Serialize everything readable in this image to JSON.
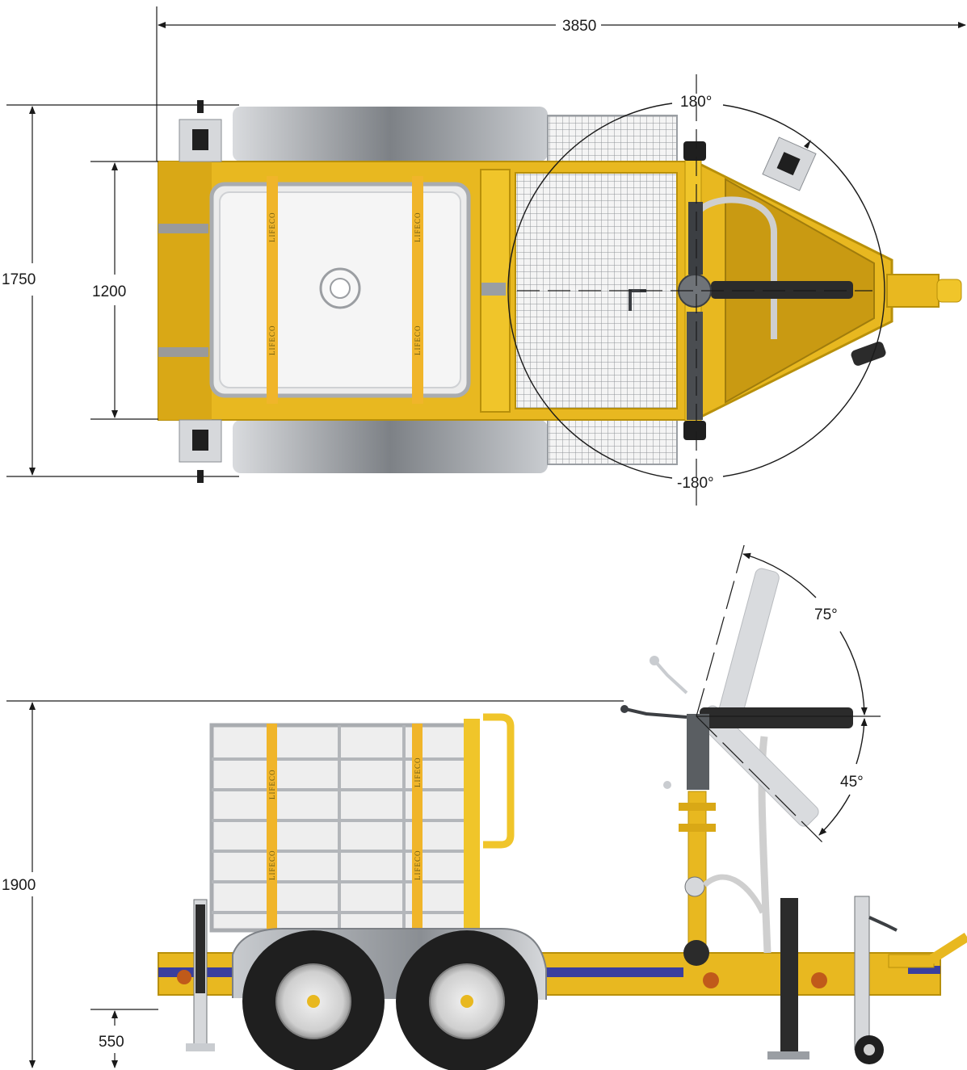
{
  "top_view": {
    "overall_length": "3850",
    "overall_width": "1750",
    "frame_width": "1200",
    "rotation_max": "180°",
    "rotation_min": "-180°",
    "strap_brand": "LIFECO"
  },
  "side_view": {
    "overall_height": "1900",
    "ground_clearance": "550",
    "elevation_up": "75°",
    "elevation_down": "45°",
    "strap_brand": "LIFECO"
  },
  "colors": {
    "frame_yellow": "#e8b820",
    "frame_dark_yellow": "#b8900a",
    "stripe_blue": "#3a3f9e",
    "tank_white": "#eeeeee",
    "steel_grey": "#bfc2c6",
    "tire_black": "#1f1f1f",
    "dimension_line": "#1a1a1a"
  }
}
